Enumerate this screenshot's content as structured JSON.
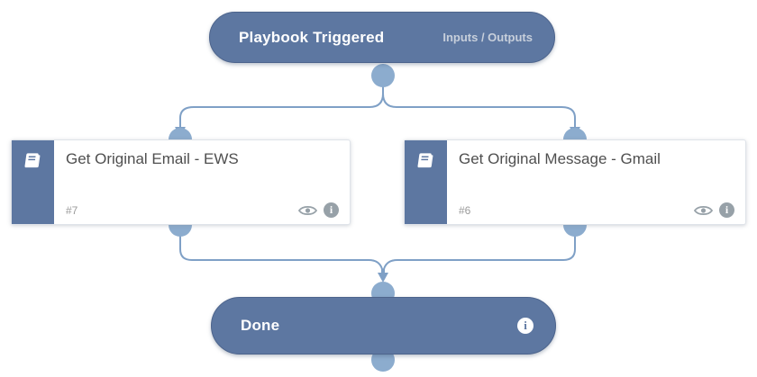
{
  "colors": {
    "accent": "#5d77a1",
    "accent_border": "#4d648c",
    "connector_fill": "#8cacce",
    "connector_line": "#7fa0c6",
    "muted_link": "#c7cfdb",
    "icon_gray": "#97a1a8"
  },
  "trigger": {
    "title": "Playbook Triggered",
    "link": "Inputs / Outputs"
  },
  "tasks": [
    {
      "title": "Get Original Email - EWS",
      "id": "#7"
    },
    {
      "title": "Get Original Message - Gmail",
      "id": "#6"
    }
  ],
  "done": {
    "title": "Done"
  },
  "icons": {
    "info_glyph": "i"
  }
}
